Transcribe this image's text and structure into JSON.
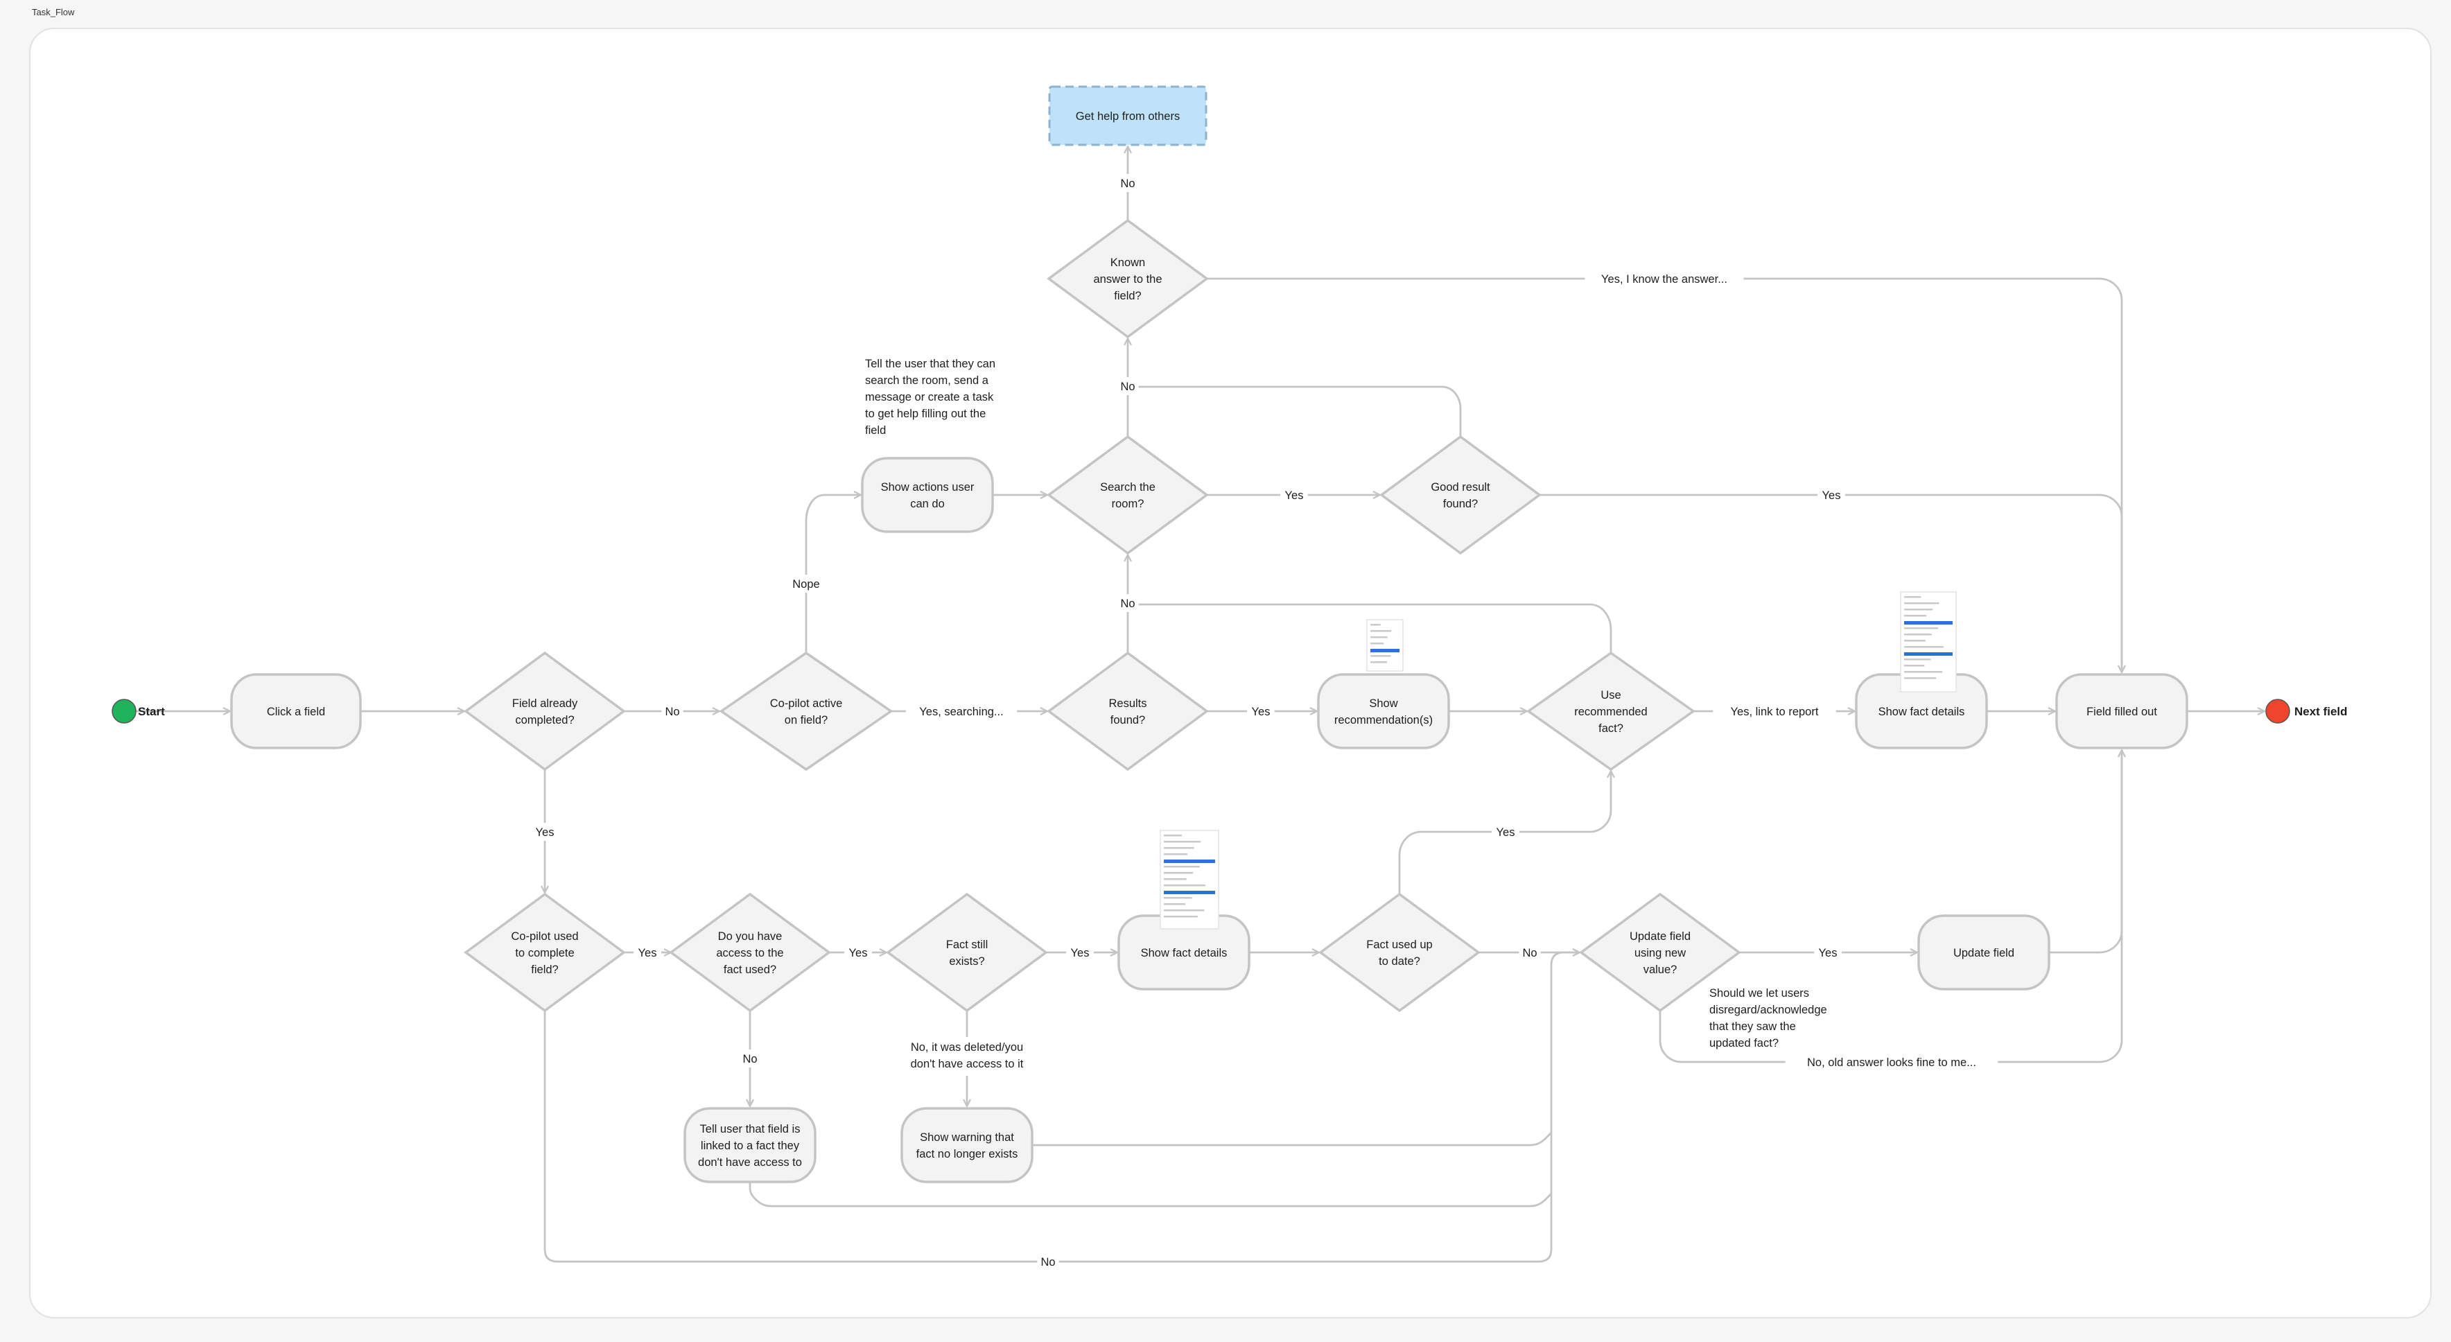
{
  "frame": {
    "label": "Task_Flow"
  },
  "colors": {
    "start": "#1fb35a",
    "end": "#f0452d",
    "help_fill": "#bfe2fb"
  },
  "terminals": {
    "start": "Start",
    "end": "Next field"
  },
  "nodes": {
    "click_field": [
      "Click a field"
    ],
    "field_completed": [
      "Field already",
      "completed?"
    ],
    "copilot_active": [
      "Co-pilot active",
      "on field?"
    ],
    "results_found": [
      "Results",
      "found?"
    ],
    "show_recommendation": [
      "Show",
      "recommendation(s)"
    ],
    "use_recommended": [
      "Use",
      "recommended",
      "fact?"
    ],
    "show_fact_details_top": [
      "Show fact details"
    ],
    "field_filled_out": [
      "Field filled out"
    ],
    "show_actions": [
      "Show actions user",
      "can do"
    ],
    "search_room": [
      "Search the",
      "room?"
    ],
    "good_result": [
      "Good result",
      "found?"
    ],
    "known_answer": [
      "Known",
      "answer to the",
      "field?"
    ],
    "get_help": [
      "Get help from others"
    ],
    "copilot_used": [
      "Co-pilot used",
      "to complete",
      "field?"
    ],
    "have_access": [
      "Do you have",
      "access to the",
      "fact used?"
    ],
    "fact_exists": [
      "Fact still",
      "exists?"
    ],
    "show_fact_details_bottom": [
      "Show fact details"
    ],
    "fact_up_to_date": [
      "Fact used up",
      "to date?"
    ],
    "update_field_q": [
      "Update field",
      "using new",
      "value?"
    ],
    "update_field": [
      "Update field"
    ],
    "tell_no_access": [
      "Tell user that field is",
      "linked to a fact they",
      "don't have access to"
    ],
    "show_warning": [
      "Show warning that",
      "fact no longer exists"
    ]
  },
  "notes": {
    "actions_note": [
      "Tell the user that they can",
      "search the room, send a",
      "message or create a task",
      "to get help filling out the",
      "field"
    ],
    "acknowledge_note": [
      "Should we let users",
      "disregard/acknowledge",
      "that they saw the",
      "updated fact?"
    ]
  },
  "edge_labels": {
    "completed_no": "No",
    "completed_yes": "Yes",
    "active_nope": "Nope",
    "active_yes": "Yes, searching...",
    "results_yes": "Yes",
    "results_no": "No",
    "recommended_yes": "Yes, link to report",
    "search_yes": "Yes",
    "search_no": "No",
    "good_yes": "Yes",
    "known_no": "No",
    "known_yes": "Yes, I know the answer...",
    "copilot_yes": "Yes",
    "copilot_no": "No",
    "access_yes": "Yes",
    "access_no": "No",
    "exists_yes": "Yes",
    "exists_no": [
      "No, it was deleted/you",
      "don't have access to it"
    ],
    "uptodate_yes": "Yes",
    "uptodate_no": "No",
    "update_yes": "Yes",
    "update_no": "No, old answer looks fine to me..."
  }
}
